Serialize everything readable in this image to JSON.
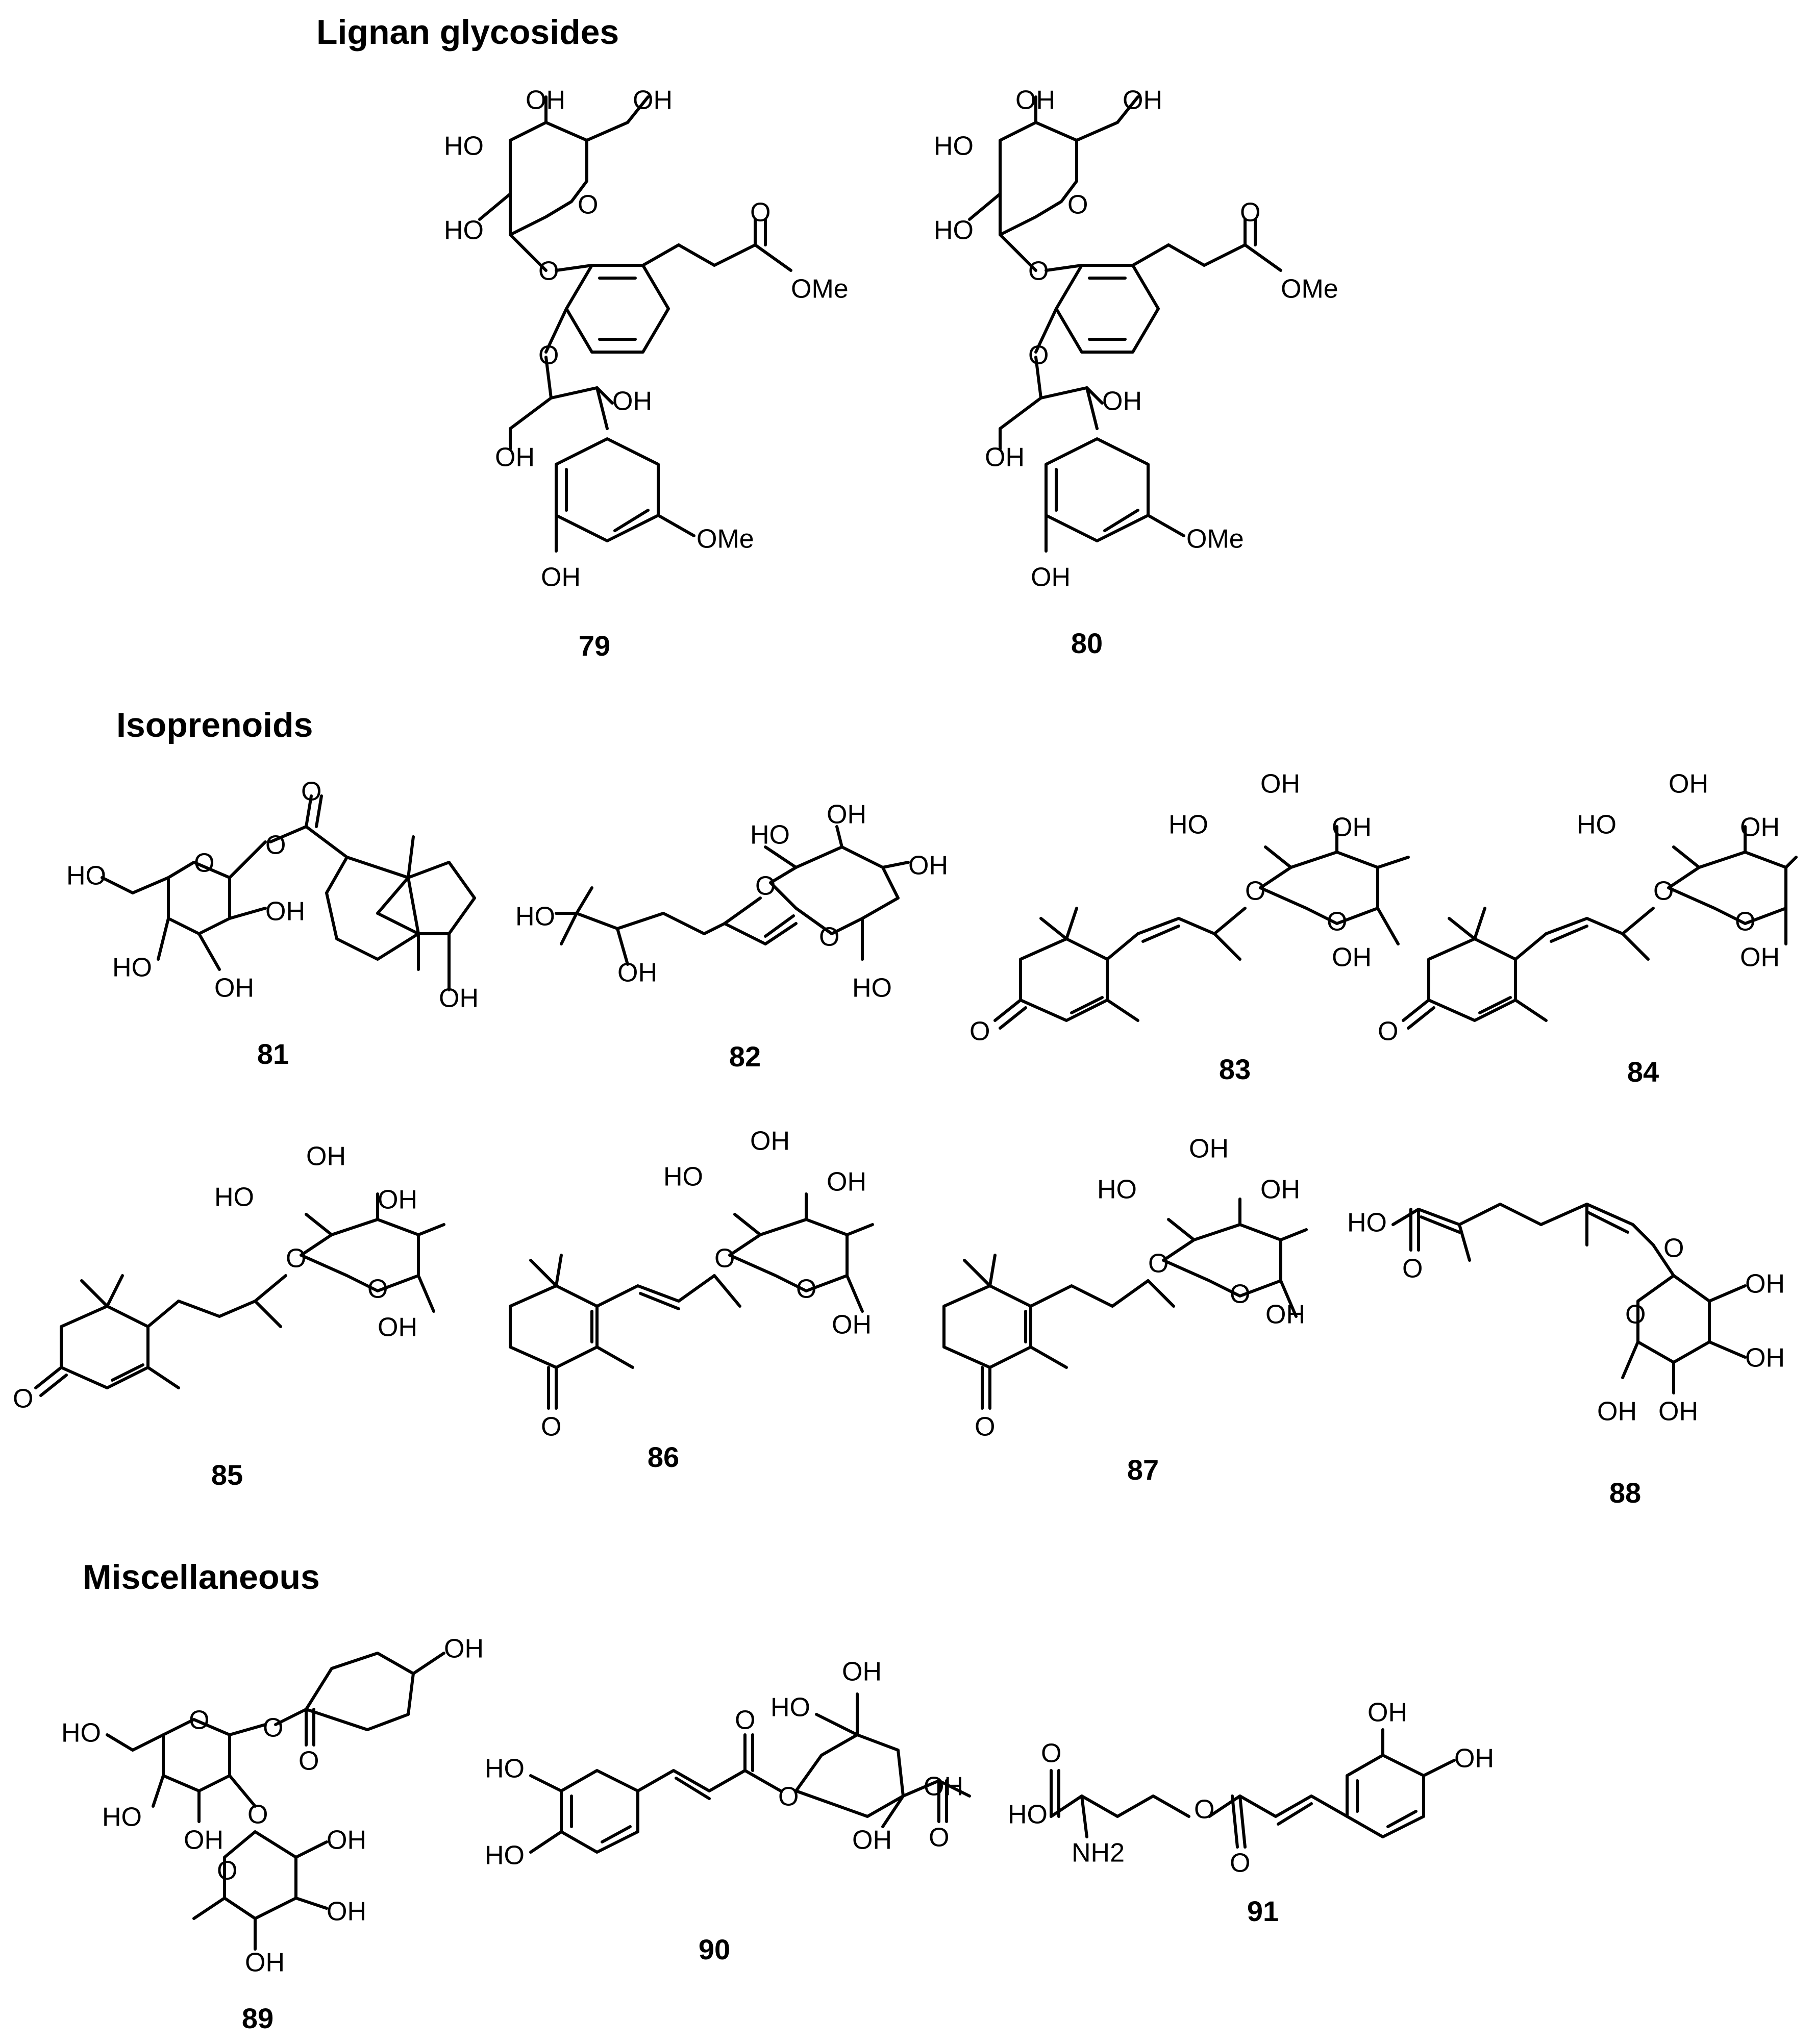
{
  "sections": {
    "lignan": "Lignan glycosides",
    "isoprenoids": "Isoprenoids",
    "misc": "Miscellaneous"
  },
  "compounds": [
    {
      "id": "79",
      "label": "79"
    },
    {
      "id": "80",
      "label": "80"
    },
    {
      "id": "81",
      "label": "81"
    },
    {
      "id": "82",
      "label": "82"
    },
    {
      "id": "83",
      "label": "83"
    },
    {
      "id": "84",
      "label": "84"
    },
    {
      "id": "85",
      "label": "85"
    },
    {
      "id": "86",
      "label": "86"
    },
    {
      "id": "87",
      "label": "87"
    },
    {
      "id": "88",
      "label": "88"
    },
    {
      "id": "89",
      "label": "89"
    },
    {
      "id": "90",
      "label": "90"
    },
    {
      "id": "91",
      "label": "91"
    }
  ],
  "atoms": {
    "OH": "OH",
    "HO": "HO",
    "O": "O",
    "OMe": "OMe",
    "NH2": "NH2"
  }
}
